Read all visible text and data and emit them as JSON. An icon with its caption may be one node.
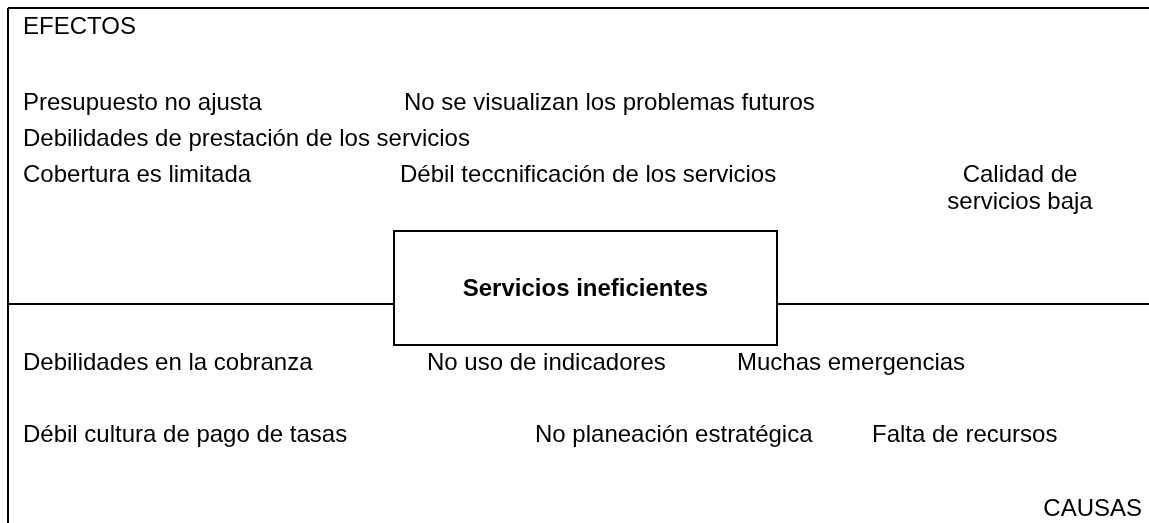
{
  "diagram": {
    "nodes": [
      {
        "text": [
          "Servicios ineficientes"
        ]
      }
    ],
    "labels": [
      "EFECTOS",
      "Presupuesto no ajusta",
      "No se visualizan los problemas futuros",
      "Debilidades de prestación de los servicios",
      "Cobertura es limitada",
      "Débil teccnificación de los servicios",
      "Calidad de servicios baja",
      "Debilidades en la cobranza",
      "No uso de indicadores",
      "Muchas emergencias",
      "Débil cultura de pago de tasas",
      "No planeación estratégica",
      "Falta de recursos",
      "CAUSAS"
    ]
  }
}
